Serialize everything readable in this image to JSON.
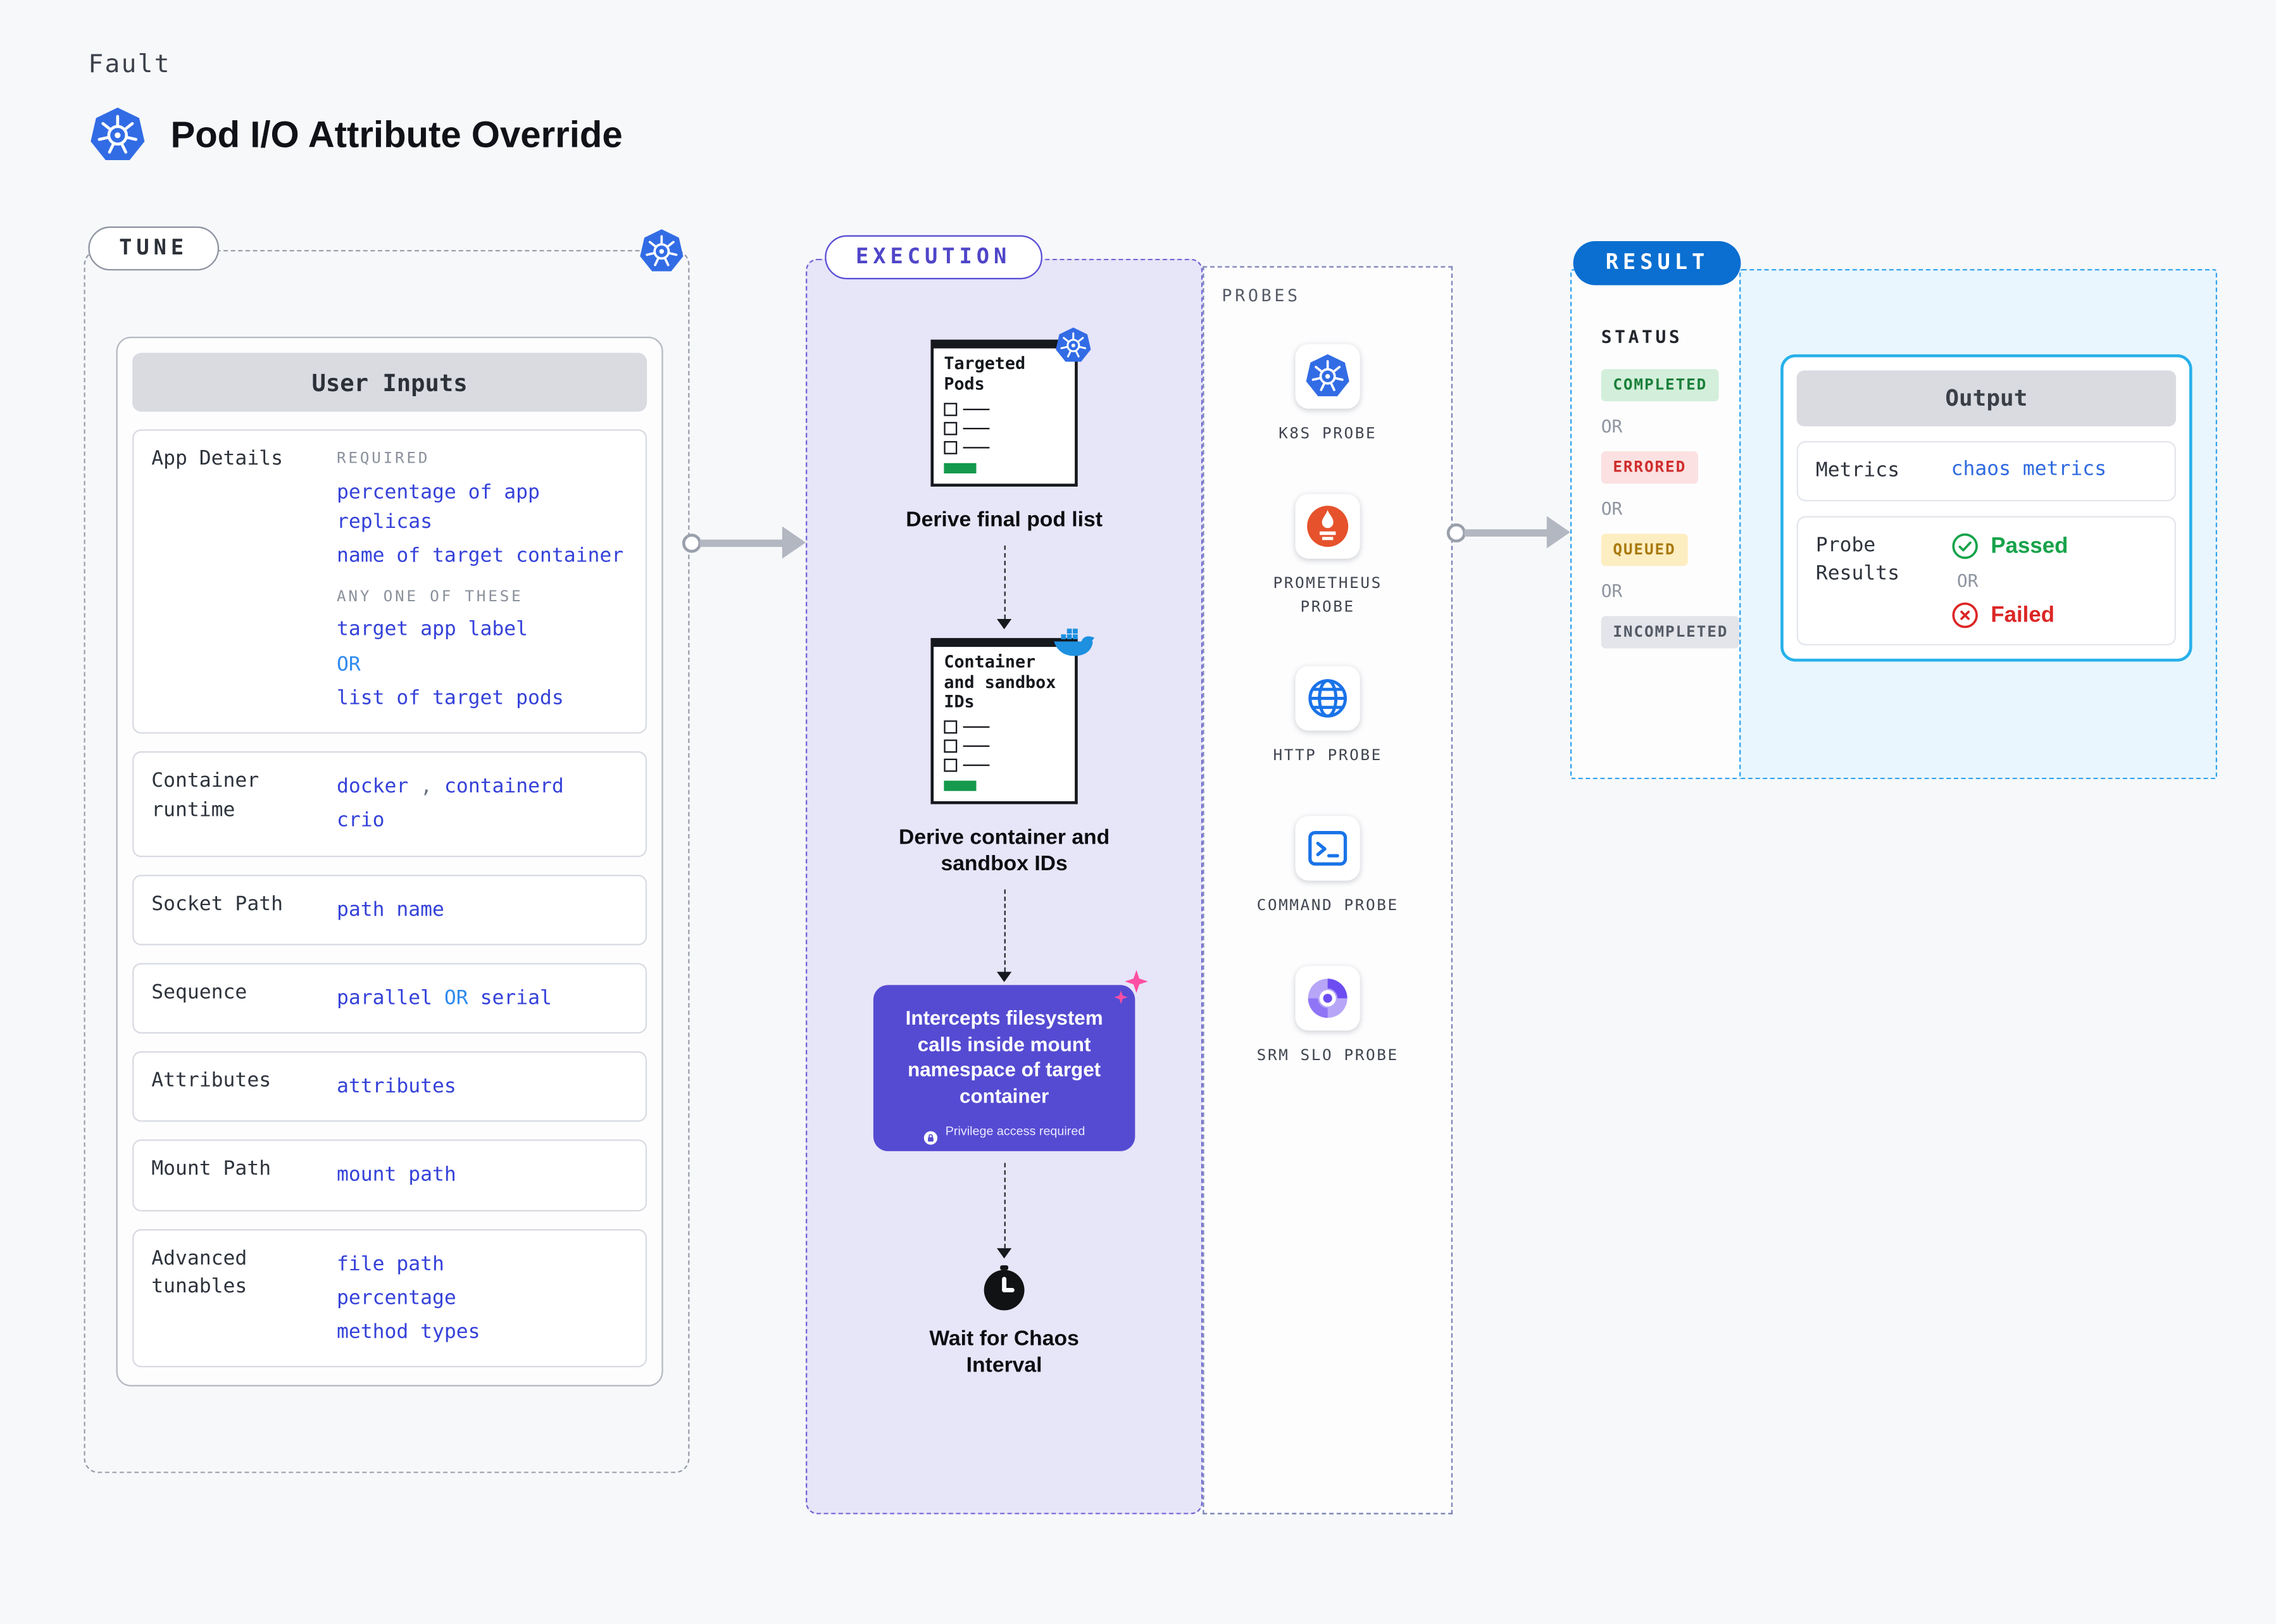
{
  "header": {
    "category": "Fault",
    "title": "Pod I/O Attribute Override",
    "logo_icon": "kubernetes-icon"
  },
  "tune": {
    "label": "TUNE",
    "corner_icon": "kubernetes-icon",
    "panel_title": "User Inputs",
    "rows": [
      {
        "label": "App Details",
        "lines": [
          {
            "style": "caption",
            "spans": [
              {
                "text": "REQUIRED",
                "style": "caption"
              }
            ]
          },
          {
            "style": "value",
            "spans": [
              {
                "text": "percentage of app replicas",
                "style": "value"
              }
            ]
          },
          {
            "style": "value",
            "spans": [
              {
                "text": "name of target container",
                "style": "value"
              }
            ]
          },
          {
            "style": "caption",
            "spans": [
              {
                "text": "ANY ONE OF THESE",
                "style": "caption"
              }
            ]
          },
          {
            "style": "value",
            "spans": [
              {
                "text": "target app label",
                "style": "value"
              }
            ]
          },
          {
            "style": "value",
            "spans": [
              {
                "text": "OR",
                "style": "or"
              }
            ]
          },
          {
            "style": "value",
            "spans": [
              {
                "text": "list of target pods",
                "style": "value"
              }
            ]
          }
        ]
      },
      {
        "label": "Container runtime",
        "lines": [
          {
            "style": "value",
            "spans": [
              {
                "text": "docker",
                "style": "value"
              },
              {
                "text": " , ",
                "style": "sep"
              },
              {
                "text": "containerd",
                "style": "value"
              }
            ]
          },
          {
            "style": "value",
            "spans": [
              {
                "text": "crio",
                "style": "value"
              }
            ]
          }
        ]
      },
      {
        "label": "Socket Path",
        "lines": [
          {
            "style": "value",
            "spans": [
              {
                "text": "path name",
                "style": "value"
              }
            ]
          }
        ]
      },
      {
        "label": "Sequence",
        "lines": [
          {
            "style": "value",
            "spans": [
              {
                "text": "parallel ",
                "style": "value"
              },
              {
                "text": "OR",
                "style": "or"
              },
              {
                "text": " serial",
                "style": "value"
              }
            ]
          }
        ]
      },
      {
        "label": "Attributes",
        "lines": [
          {
            "style": "value",
            "spans": [
              {
                "text": "attributes",
                "style": "value"
              }
            ]
          }
        ]
      },
      {
        "label": "Mount Path",
        "lines": [
          {
            "style": "value",
            "spans": [
              {
                "text": "mount path",
                "style": "value"
              }
            ]
          }
        ]
      },
      {
        "label": "Advanced tunables",
        "lines": [
          {
            "style": "value",
            "spans": [
              {
                "text": "file path",
                "style": "value"
              }
            ]
          },
          {
            "style": "value",
            "spans": [
              {
                "text": "percentage",
                "style": "value"
              }
            ]
          },
          {
            "style": "value",
            "spans": [
              {
                "text": "method types",
                "style": "value"
              }
            ]
          }
        ]
      }
    ]
  },
  "execution": {
    "label": "EXECUTION",
    "steps": [
      {
        "type": "doc",
        "icon_title": "Targeted Pods",
        "badge_icon": "kubernetes-icon",
        "caption": "Derive final pod list"
      },
      {
        "type": "doc",
        "icon_title": "Container and sandbox IDs",
        "badge_icon": "docker-icon",
        "caption": "Derive container and sandbox IDs"
      },
      {
        "type": "callout",
        "text": "Intercepts filesystem calls inside mount namespace of target container",
        "badge_text": "Privilege access required",
        "corner_icon": "sparkle-icon"
      },
      {
        "type": "clock",
        "icon": "clock-icon",
        "caption": "Wait for Chaos Interval"
      }
    ]
  },
  "probes": {
    "label": "PROBES",
    "items": [
      {
        "icon": "k8s-probe-icon",
        "label": "K8S PROBE"
      },
      {
        "icon": "prometheus-probe-icon",
        "label": "PROMETHEUS PROBE"
      },
      {
        "icon": "http-probe-icon",
        "label": "HTTP PROBE"
      },
      {
        "icon": "command-probe-icon",
        "label": "COMMAND PROBE"
      },
      {
        "icon": "srm-slo-probe-icon",
        "label": "SRM SLO PROBE"
      }
    ]
  },
  "result": {
    "label": "RESULT",
    "status": {
      "title": "STATUS",
      "items": [
        {
          "text": "COMPLETED",
          "tone": "green"
        },
        {
          "text": "OR",
          "tone": "plain"
        },
        {
          "text": "ERRORED",
          "tone": "red"
        },
        {
          "text": "OR",
          "tone": "plain"
        },
        {
          "text": "QUEUED",
          "tone": "yellow"
        },
        {
          "text": "OR",
          "tone": "plain"
        },
        {
          "text": "INCOMPLETED",
          "tone": "gray"
        }
      ]
    },
    "output": {
      "title": "Output",
      "metrics_label": "Metrics",
      "metrics_value": "chaos metrics",
      "probe_results_label": "Probe Results",
      "passed": "Passed",
      "or": "OR",
      "failed": "Failed"
    }
  },
  "colors": {
    "accent_blue": "#3542d9",
    "or_blue": "#2f8bf0",
    "purple": "#554bd2",
    "result_blue": "#0a6fd1",
    "green": "#16a34a",
    "red": "#dc2626",
    "yellow": "#a97a0c",
    "k8s_blue": "#326ce5"
  }
}
